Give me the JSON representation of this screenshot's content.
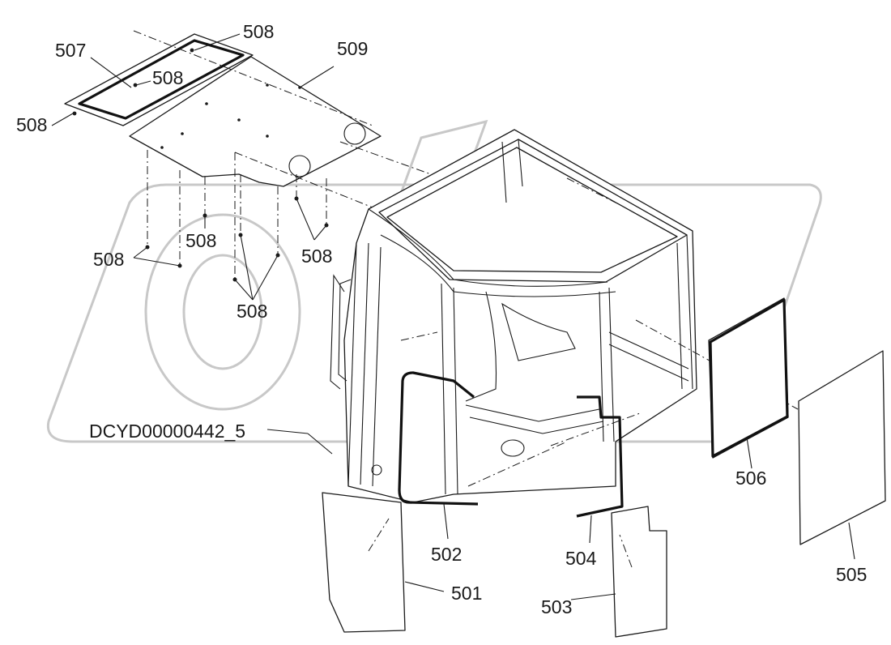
{
  "drawing_code": "DCYD00000442_5",
  "callouts": {
    "p501": "501",
    "p502": "502",
    "p503": "503",
    "p504": "504",
    "p505": "505",
    "p506": "506",
    "p507": "507",
    "p508": "508",
    "p509": "509"
  }
}
